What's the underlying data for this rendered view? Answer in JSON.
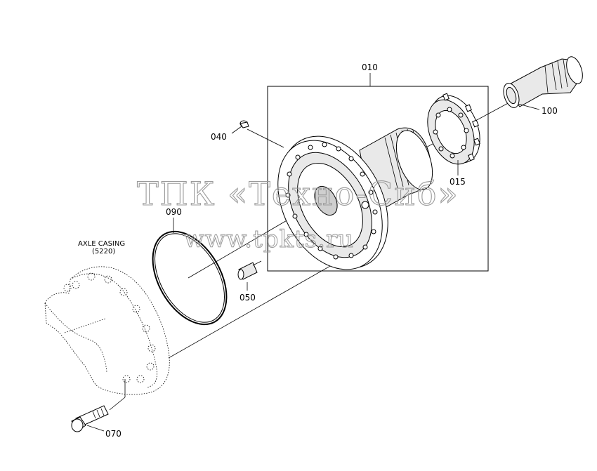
{
  "labels": {
    "p010": "010",
    "p015": "015",
    "p040": "040",
    "p050": "050",
    "p070": "070",
    "p090": "090",
    "p100": "100",
    "axle_casing": "AXLE CASING",
    "axle_casing_ref": "(5220)"
  },
  "watermark": {
    "line1": "ТПК «Техно-Сиб»",
    "line2": "www.tpkts.ru"
  }
}
